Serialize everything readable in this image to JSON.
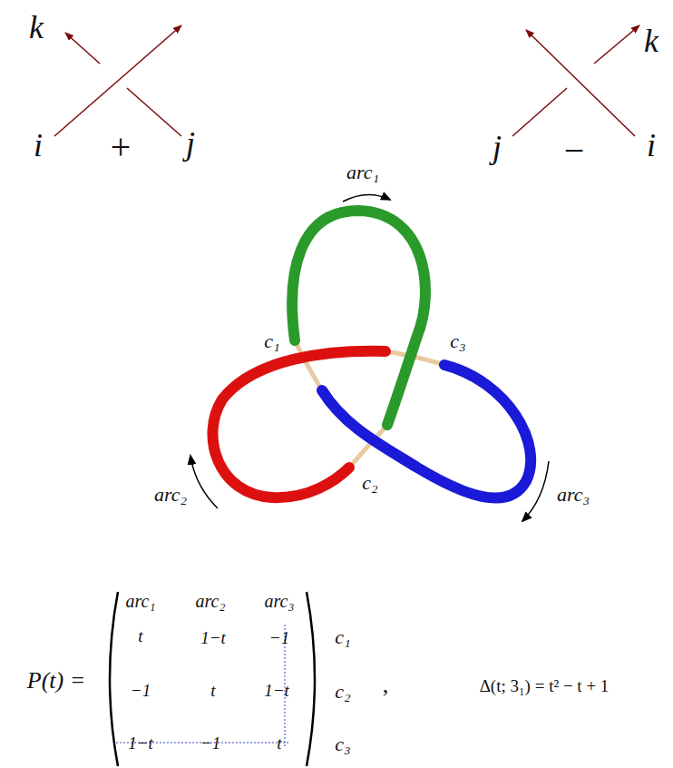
{
  "diagram": {
    "labels": [
      "k",
      "i",
      "+",
      "j",
      "j",
      "−",
      "i",
      "k",
      "arc₁",
      "c₁",
      "c₃",
      "arc₂",
      "c₂",
      "arc₃",
      "arc₁",
      "arc₂",
      "arc₃",
      "P(t) =",
      "t",
      "1−t",
      "−1",
      "c₁",
      "−1",
      "t",
      "1−t",
      "c₂",
      "1−t",
      "−1",
      "t",
      "c₃",
      ",",
      "Δ(t; 3₁) = t² − t + 1"
    ]
  }
}
